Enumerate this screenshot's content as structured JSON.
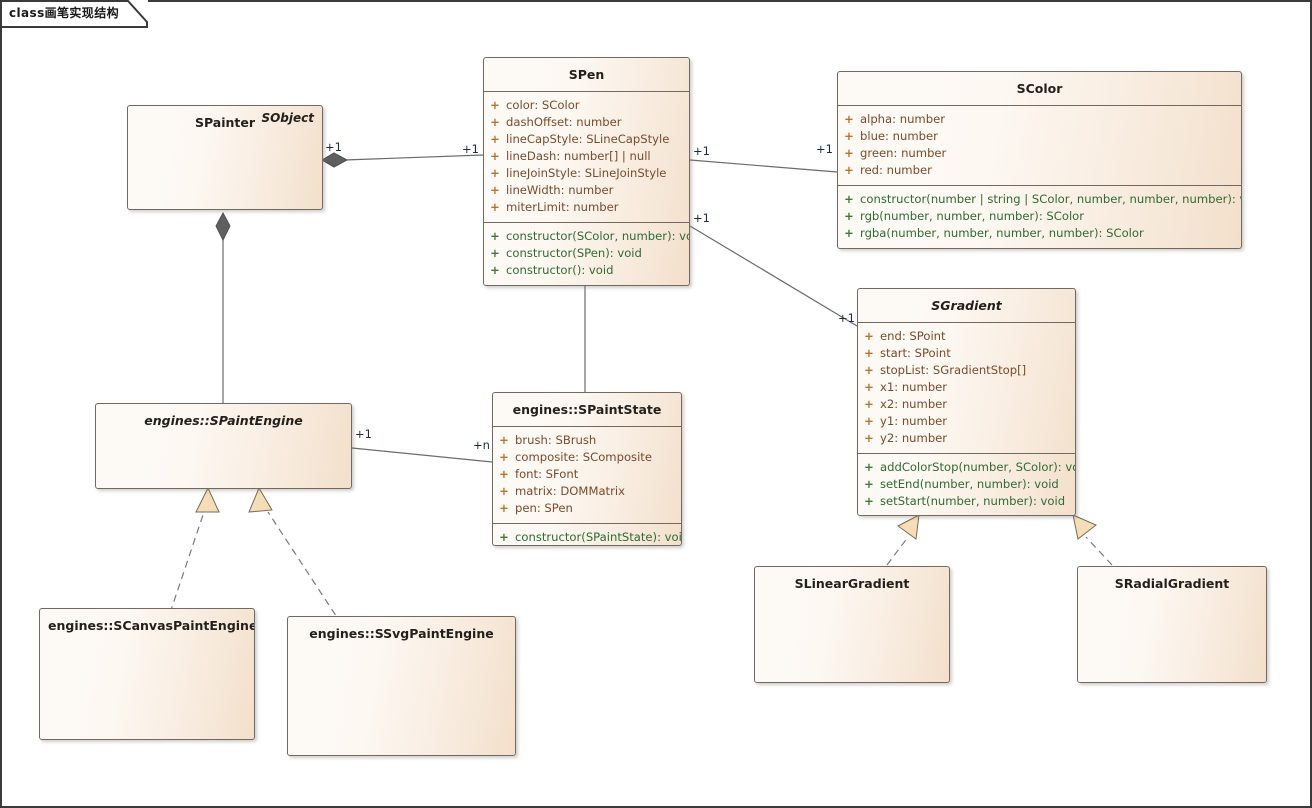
{
  "diagram": {
    "title": "class画笔实现结构",
    "kind": "uml-class-diagram"
  },
  "classes": [
    {
      "id": "spainter",
      "name": "SPainter",
      "stereotype": "SObject",
      "abstract": false,
      "attributes": [],
      "operations": []
    },
    {
      "id": "spen",
      "name": "SPen",
      "abstract": false,
      "attributes": [
        {
          "vis": "+",
          "text": "color: SColor"
        },
        {
          "vis": "+",
          "text": "dashOffset: number"
        },
        {
          "vis": "+",
          "text": "lineCapStyle: SLineCapStyle"
        },
        {
          "vis": "+",
          "text": "lineDash: number[] | null"
        },
        {
          "vis": "+",
          "text": "lineJoinStyle: SLineJoinStyle"
        },
        {
          "vis": "+",
          "text": "lineWidth: number"
        },
        {
          "vis": "+",
          "text": "miterLimit: number"
        }
      ],
      "operations": [
        {
          "vis": "+",
          "text": "constructor(SColor, number): void"
        },
        {
          "vis": "+",
          "text": "constructor(SPen): void"
        },
        {
          "vis": "+",
          "text": "constructor(): void"
        }
      ]
    },
    {
      "id": "scolor",
      "name": "SColor",
      "abstract": false,
      "attributes": [
        {
          "vis": "+",
          "text": "alpha: number"
        },
        {
          "vis": "+",
          "text": "blue: number"
        },
        {
          "vis": "+",
          "text": "green: number"
        },
        {
          "vis": "+",
          "text": "red: number"
        }
      ],
      "operations": [
        {
          "vis": "+",
          "text": "constructor(number | string | SColor, number, number, number): void"
        },
        {
          "vis": "+",
          "text": "rgb(number, number, number): SColor"
        },
        {
          "vis": "+",
          "text": "rgba(number, number, number, number): SColor"
        }
      ]
    },
    {
      "id": "sgradient",
      "name": "SGradient",
      "abstract": true,
      "attributes": [
        {
          "vis": "+",
          "text": "end: SPoint"
        },
        {
          "vis": "+",
          "text": "start: SPoint"
        },
        {
          "vis": "+",
          "text": "stopList: SGradientStop[]"
        },
        {
          "vis": "+",
          "text": "x1: number"
        },
        {
          "vis": "+",
          "text": "x2: number"
        },
        {
          "vis": "+",
          "text": "y1: number"
        },
        {
          "vis": "+",
          "text": "y2: number"
        }
      ],
      "operations": [
        {
          "vis": "+",
          "text": "addColorStop(number, SColor): void"
        },
        {
          "vis": "+",
          "text": "setEnd(number, number): void"
        },
        {
          "vis": "+",
          "text": "setStart(number, number): void"
        }
      ]
    },
    {
      "id": "spaintengine",
      "name": "engines::SPaintEngine",
      "abstract": true,
      "attributes": [],
      "operations": []
    },
    {
      "id": "spaintstate",
      "name": "engines::SPaintState",
      "abstract": false,
      "attributes": [
        {
          "vis": "+",
          "text": "brush: SBrush"
        },
        {
          "vis": "+",
          "text": "composite: SComposite"
        },
        {
          "vis": "+",
          "text": "font: SFont"
        },
        {
          "vis": "+",
          "text": "matrix: DOMMatrix"
        },
        {
          "vis": "+",
          "text": "pen: SPen"
        }
      ],
      "operations": [
        {
          "vis": "+",
          "text": "constructor(SPaintState): void"
        }
      ]
    },
    {
      "id": "scanvaspaintengine",
      "name": "engines::SCanvasPaintEngine",
      "abstract": false,
      "attributes": [],
      "operations": []
    },
    {
      "id": "ssvgpaintengine",
      "name": "engines::SSvgPaintEngine",
      "abstract": false,
      "attributes": [],
      "operations": []
    },
    {
      "id": "slineargradient",
      "name": "SLinearGradient",
      "abstract": false,
      "attributes": [],
      "operations": []
    },
    {
      "id": "sradialgradient",
      "name": "SRadialGradient",
      "abstract": false,
      "attributes": [],
      "operations": []
    }
  ],
  "multiplicities": {
    "painter_pen_source": "+1",
    "painter_pen_target": "+1",
    "pen_color_source": "+1",
    "pen_color_target": "+1",
    "pen_gradient_source": "+1",
    "pen_gradient_target": "+1",
    "engine_state_source": "+1",
    "engine_state_target": "+n"
  },
  "colors": {
    "box_border": "#706a62",
    "box_fill_light": "#fdfaf6",
    "box_fill_dark": "#f3dfcb",
    "attribute_text": "#7a4a2c",
    "operation_text": "#2f6b34",
    "attribute_vis": "#b9732c",
    "operation_vis": "#3e7a3a",
    "line": "#6b6b6b",
    "multiplicity_text": "#1b2a4a",
    "arrow_fill": "#f5ddb8",
    "frame": "#3a3a3a"
  }
}
